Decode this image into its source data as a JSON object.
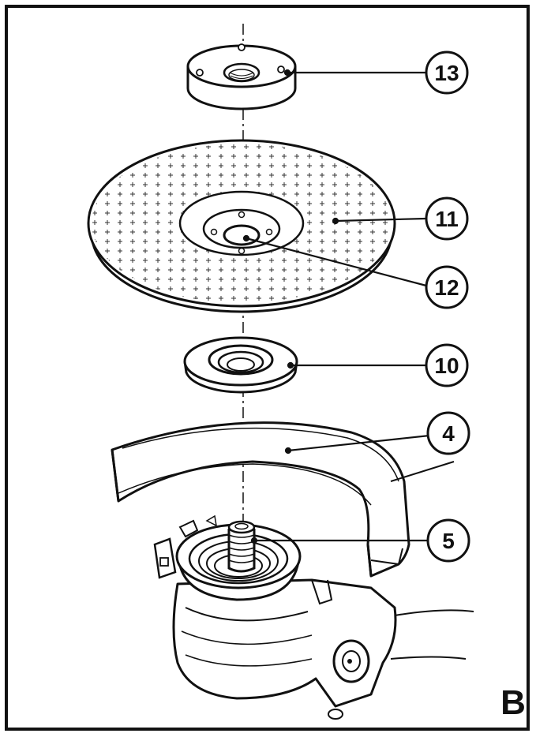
{
  "figure": {
    "label": "B",
    "line_color": "#111111",
    "background": "#ffffff"
  },
  "callouts": [
    {
      "id": "13",
      "part": "outer-flange-nut"
    },
    {
      "id": "11",
      "part": "grinding-disc"
    },
    {
      "id": "12",
      "part": "disc-center-hub"
    },
    {
      "id": "10",
      "part": "inner-flange"
    },
    {
      "id": "4",
      "part": "wheel-guard"
    },
    {
      "id": "5",
      "part": "spindle"
    }
  ]
}
